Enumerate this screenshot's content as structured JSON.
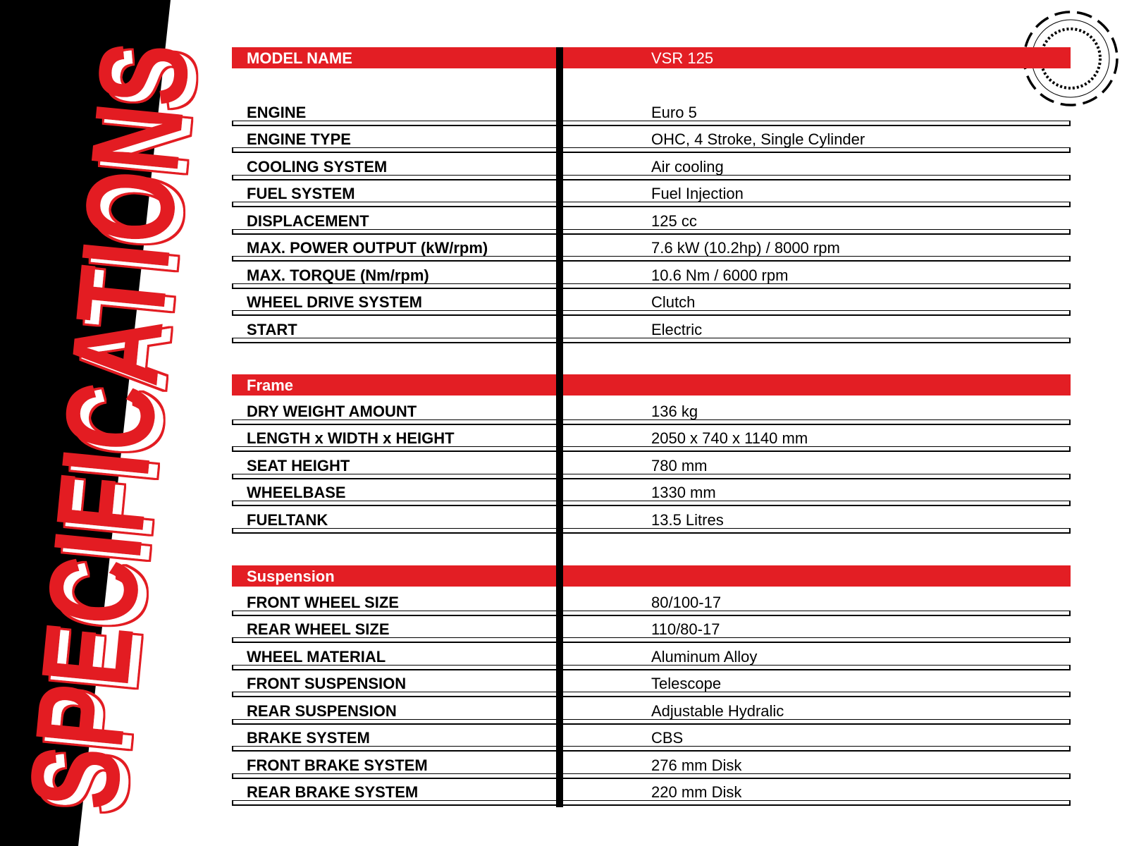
{
  "title": "SPECIFICATIONS",
  "colors": {
    "accent": "#e31e24",
    "dark": "#000000"
  },
  "header": {
    "label": "MODEL NAME",
    "value": "VSR 125"
  },
  "engine_rows": [
    {
      "label": "ENGINE",
      "value": "Euro 5"
    },
    {
      "label": "ENGINE TYPE",
      "value": "OHC, 4 Stroke, Single Cylinder"
    },
    {
      "label": "COOLING SYSTEM",
      "value": "Air cooling"
    },
    {
      "label": "FUEL SYSTEM",
      "value": "Fuel Injection"
    },
    {
      "label": "DISPLACEMENT",
      "value": "125 cc"
    },
    {
      "label": "MAX. POWER OUTPUT (kW/rpm)",
      "value": "7.6 kW (10.2hp) / 8000 rpm"
    },
    {
      "label": "MAX. TORQUE (Nm/rpm)",
      "value": "10.6 Nm / 6000 rpm"
    },
    {
      "label": "WHEEL DRIVE SYSTEM",
      "value": "Clutch"
    },
    {
      "label": "START",
      "value": "Electric"
    }
  ],
  "frame": {
    "title": "Frame",
    "rows": [
      {
        "label": "DRY WEIGHT AMOUNT",
        "value": "136 kg"
      },
      {
        "label": "LENGTH x WIDTH x HEIGHT",
        "value": "2050 x 740 x 1140 mm"
      },
      {
        "label": "SEAT HEIGHT",
        "value": "780 mm"
      },
      {
        "label": "WHEELBASE",
        "value": "1330 mm"
      },
      {
        "label": "FUELTANK",
        "value": "13.5 Litres"
      }
    ]
  },
  "suspension": {
    "title": "Suspension",
    "rows": [
      {
        "label": "FRONT WHEEL SIZE",
        "value": "80/100-17"
      },
      {
        "label": "REAR WHEEL SIZE",
        "value": "110/80-17"
      },
      {
        "label": "WHEEL MATERIAL",
        "value": "Aluminum Alloy"
      },
      {
        "label": "FRONT SUSPENSION",
        "value": "Telescope"
      },
      {
        "label": "REAR SUSPENSION",
        "value": "Adjustable Hydralic"
      },
      {
        "label": "BRAKE SYSTEM",
        "value": "CBS"
      },
      {
        "label": "FRONT BRAKE SYSTEM",
        "value": "276 mm Disk"
      },
      {
        "label": "REAR BRAKE SYSTEM",
        "value": "220 mm Disk"
      }
    ]
  }
}
